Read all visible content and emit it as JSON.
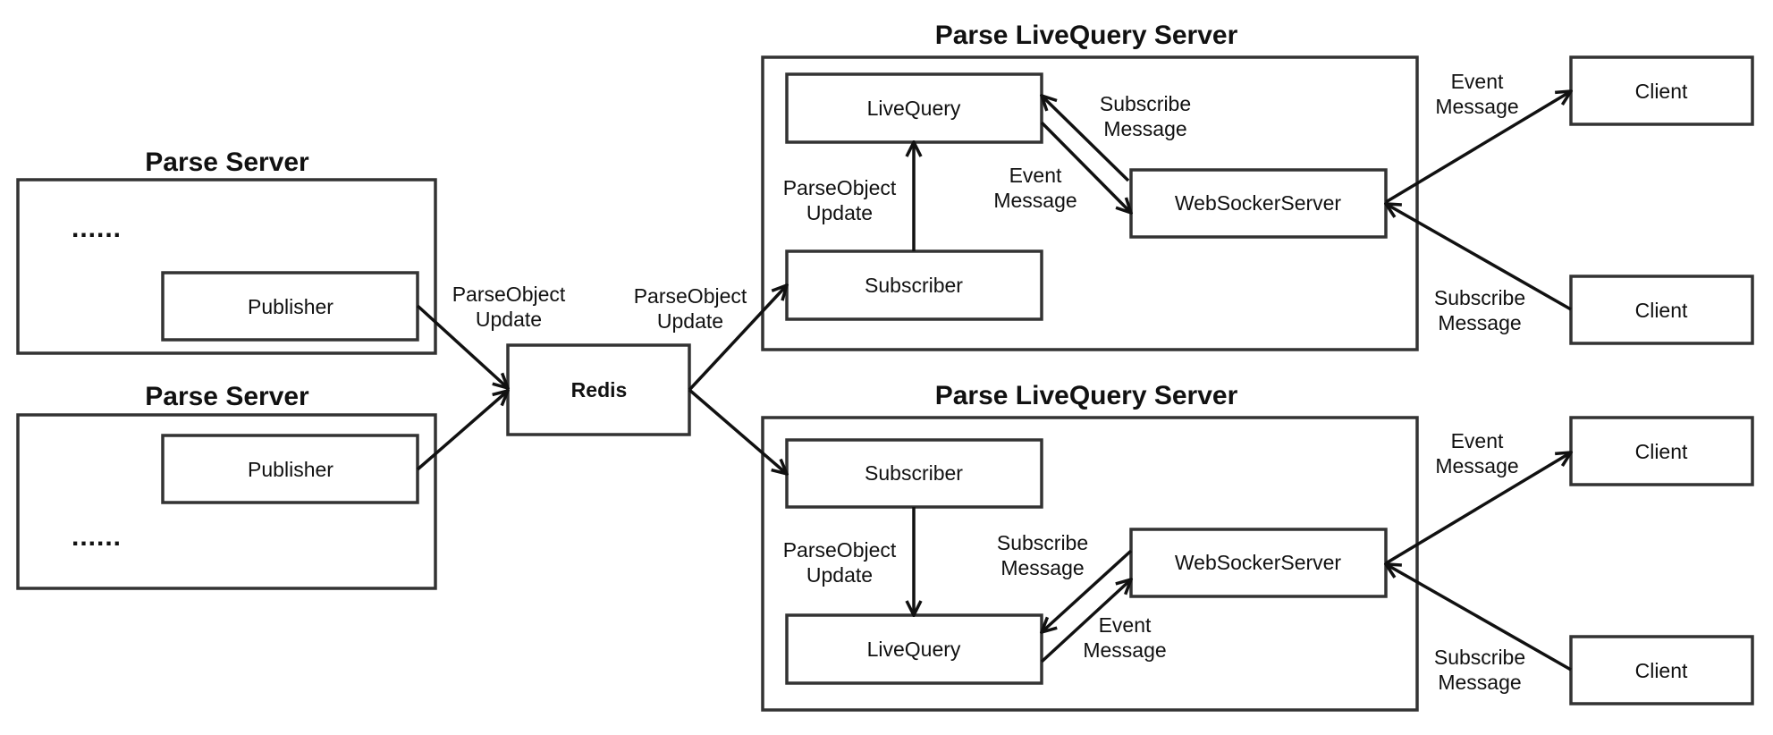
{
  "parse_server_1": {
    "title": "Parse Server",
    "ellipsis": "......",
    "publisher": "Publisher"
  },
  "parse_server_2": {
    "title": "Parse Server",
    "ellipsis": "......",
    "publisher": "Publisher"
  },
  "redis": {
    "label": "Redis"
  },
  "livequery_server_1": {
    "title": "Parse LiveQuery Server",
    "livequery": "LiveQuery",
    "subscriber": "Subscriber",
    "websocket": "WebSockerServer"
  },
  "livequery_server_2": {
    "title": "Parse LiveQuery Server",
    "livequery": "LiveQuery",
    "subscriber": "Subscriber",
    "websocket": "WebSockerServer"
  },
  "clients": [
    "Client",
    "Client",
    "Client",
    "Client"
  ],
  "edge_labels": {
    "publisher_to_redis": [
      "ParseObject",
      "Update"
    ],
    "redis_to_subscriber": [
      "ParseObject",
      "Update"
    ],
    "s1_subscriber_to_livequery": [
      "ParseObject",
      "Update"
    ],
    "s1_subscribe_message": [
      "Subscribe",
      "Message"
    ],
    "s1_event_message": [
      "Event",
      "Message"
    ],
    "s1_client1_event": [
      "Event",
      "Message"
    ],
    "s1_client2_subscribe": [
      "Subscribe",
      "Message"
    ],
    "s2_subscriber_to_livequery": [
      "ParseObject",
      "Update"
    ],
    "s2_subscribe_message": [
      "Subscribe",
      "Message"
    ],
    "s2_event_message": [
      "Event",
      "Message"
    ],
    "s2_client3_event": [
      "Event",
      "Message"
    ],
    "s2_client4_subscribe": [
      "Subscribe",
      "Message"
    ]
  }
}
